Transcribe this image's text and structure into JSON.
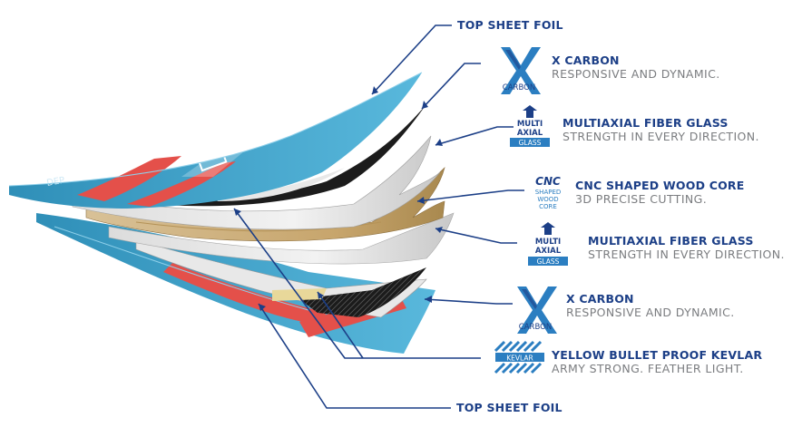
{
  "layers": [
    {
      "id": "top-foil-top",
      "title": "TOP SHEET FOIL",
      "subtitle": "",
      "logo": "none",
      "logo_text": []
    },
    {
      "id": "x-carbon-1",
      "title": "X CARBON",
      "subtitle": "RESPONSIVE AND DYNAMIC.",
      "logo": "x-carbon-logo",
      "logo_text": [
        "CARBON"
      ]
    },
    {
      "id": "multiaxial-1",
      "title": "MULTIAXIAL FIBER GLASS",
      "subtitle": "STRENGTH IN EVERY DIRECTION.",
      "logo": "multiaxial-glass-logo",
      "logo_text": [
        "MULTI",
        "AXIAL",
        "GLASS"
      ]
    },
    {
      "id": "cnc-core",
      "title": "CNC SHAPED WOOD CORE",
      "subtitle": "3D PRECISE CUTTING.",
      "logo": "cnc-wood-core-logo",
      "logo_text": [
        "CNC",
        "SHAPED",
        "WOOD",
        "CORE"
      ]
    },
    {
      "id": "multiaxial-2",
      "title": "MULTIAXIAL FIBER GLASS",
      "subtitle": "STRENGTH IN EVERY DIRECTION.",
      "logo": "multiaxial-glass-logo",
      "logo_text": [
        "MULTI",
        "AXIAL",
        "GLASS"
      ]
    },
    {
      "id": "x-carbon-2",
      "title": "X CARBON",
      "subtitle": "RESPONSIVE AND DYNAMIC.",
      "logo": "x-carbon-logo",
      "logo_text": [
        "CARBON"
      ]
    },
    {
      "id": "kevlar",
      "title": "YELLOW BULLET PROOF KEVLAR",
      "subtitle": "ARMY STRONG. FEATHER LIGHT.",
      "logo": "kevlar-logo",
      "logo_text": [
        "KEVLAR"
      ]
    },
    {
      "id": "top-foil-bottom",
      "title": "TOP SHEET FOIL",
      "subtitle": "",
      "logo": "none",
      "logo_text": []
    }
  ],
  "colors": {
    "label_title": "#1c3f87",
    "label_subtitle": "#7b7d80",
    "leader_line": "#1c3f87",
    "board_blue": "#3a9fc6",
    "board_red": "#e4504a",
    "carbon": "#1a1a1a",
    "glass": "#e6e6e6",
    "wood": "#c9ad78",
    "logo_blue": "#2b7ec1",
    "logo_navy": "#1c3f87"
  }
}
